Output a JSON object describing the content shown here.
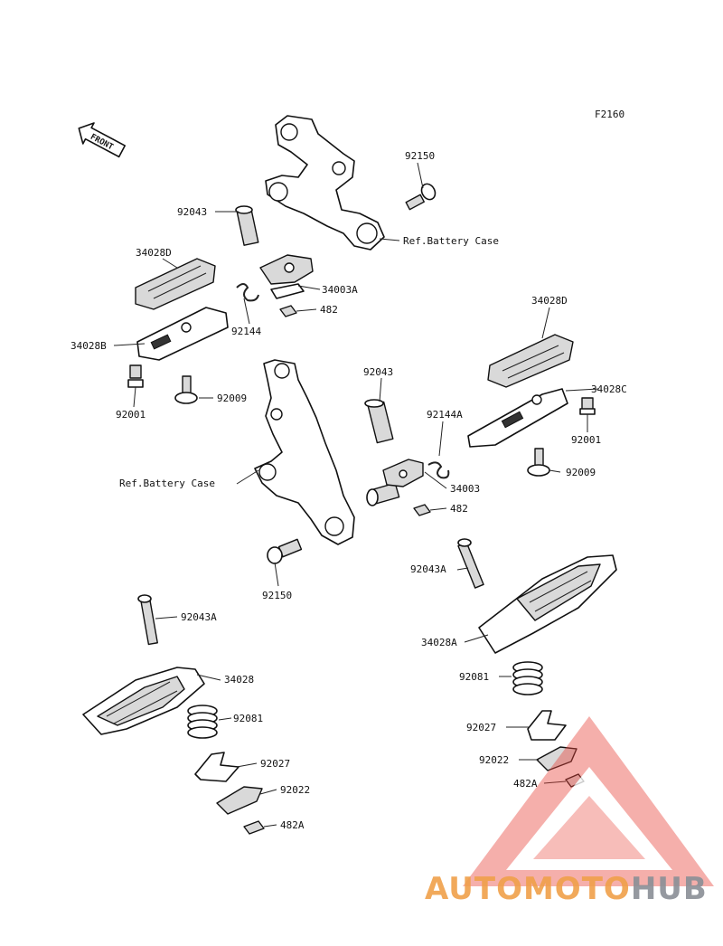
{
  "diagram": {
    "code": "F2160",
    "front_label": "FRONT",
    "callouts": {
      "p92150_top": "92150",
      "p92043_top": "92043",
      "ref_battery_top": "Ref.Battery Case",
      "p34028d_left": "34028D",
      "p34003a": "34003A",
      "p482_top": "482",
      "p92144": "92144",
      "p34028b": "34028B",
      "p92001_left": "92001",
      "p92009_left": "92009",
      "p34028d_right": "34028D",
      "p34028c": "34028C",
      "p92001_right": "92001",
      "p92009_right": "92009",
      "p92043_mid": "92043",
      "p92144a": "92144A",
      "p34003": "34003",
      "p482_mid": "482",
      "ref_battery_mid": "Ref.Battery Case",
      "p92150_mid": "92150",
      "p92043a_right": "92043A",
      "p34028a": "34028A",
      "p92081_right": "92081",
      "p92027_right": "92027",
      "p92022_right": "92022",
      "p482a_right": "482A",
      "p92043a_left": "92043A",
      "p34028": "34028",
      "p92081_left": "92081",
      "p92027_left": "92027",
      "p92022_left": "92022",
      "p482a_left": "482A"
    }
  },
  "watermark": {
    "part1": "AUTOMOTO",
    "part2": "HUB",
    "color_orange": "#f0a04a",
    "color_grey": "#8a8f96",
    "color_red": "#e8443a"
  }
}
